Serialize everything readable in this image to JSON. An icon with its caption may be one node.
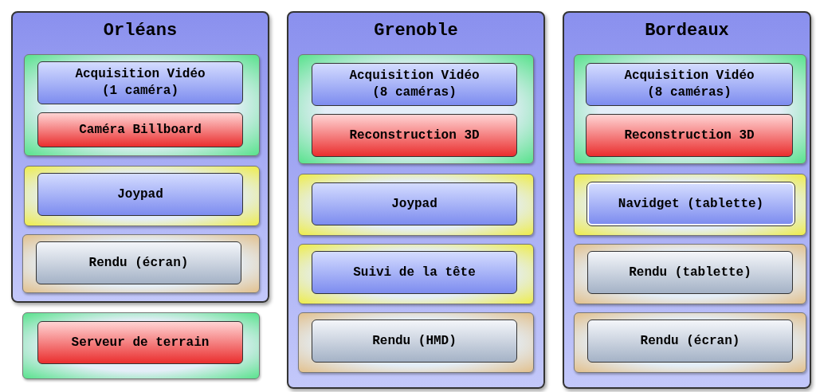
{
  "diagram": {
    "nodes": [
      {
        "text": [
          "Orléans"
        ]
      },
      {
        "text": [],
        "shape": "box",
        "in": 0
      },
      {
        "text": [
          "Acquisition Vidéo (1 caméra)"
        ],
        "in": 1
      },
      {
        "text": [
          "Caméra Billboard"
        ],
        "in": 1
      },
      {
        "text": [],
        "shape": "box",
        "in": 0
      },
      {
        "text": [
          "Joypad"
        ],
        "in": 4
      },
      {
        "text": [],
        "shape": "box",
        "in": 0
      },
      {
        "text": [
          "Rendu (écran)"
        ],
        "in": 6
      },
      {
        "text": [],
        "shape": "box"
      },
      {
        "text": [
          "Serveur de terrain"
        ],
        "in": 8
      },
      {
        "text": [
          "Grenoble"
        ]
      },
      {
        "text": [],
        "shape": "box",
        "in": 10
      },
      {
        "text": [
          "Acquisition Vidéo (8 caméras)"
        ],
        "in": 11
      },
      {
        "text": [
          "Reconstruction 3D"
        ],
        "in": 11
      },
      {
        "text": [],
        "shape": "box",
        "in": 10
      },
      {
        "text": [
          "Joypad"
        ],
        "in": 14
      },
      {
        "text": [],
        "shape": "box",
        "in": 10
      },
      {
        "text": [
          "Suivi de la tête"
        ],
        "in": 16
      },
      {
        "text": [],
        "shape": "box",
        "in": 10
      },
      {
        "text": [
          "Rendu (HMD)"
        ],
        "in": 18
      },
      {
        "text": [
          "Bordeaux"
        ]
      },
      {
        "text": [],
        "shape": "box",
        "in": 20
      },
      {
        "text": [
          "Acquisition Vidéo (8 caméras)"
        ],
        "in": 21
      },
      {
        "text": [
          "Reconstruction 3D"
        ],
        "in": 21
      },
      {
        "text": [],
        "shape": "box",
        "in": 20
      },
      {
        "text": [
          "Navidget (tablette)"
        ],
        "in": 24
      },
      {
        "text": [],
        "shape": "box",
        "in": 20
      },
      {
        "text": [
          "Rendu (tablette)"
        ],
        "in": 26
      },
      {
        "text": [],
        "shape": "box",
        "in": 20
      },
      {
        "text": [
          "Rendu (écran)"
        ],
        "in": 28
      }
    ]
  }
}
